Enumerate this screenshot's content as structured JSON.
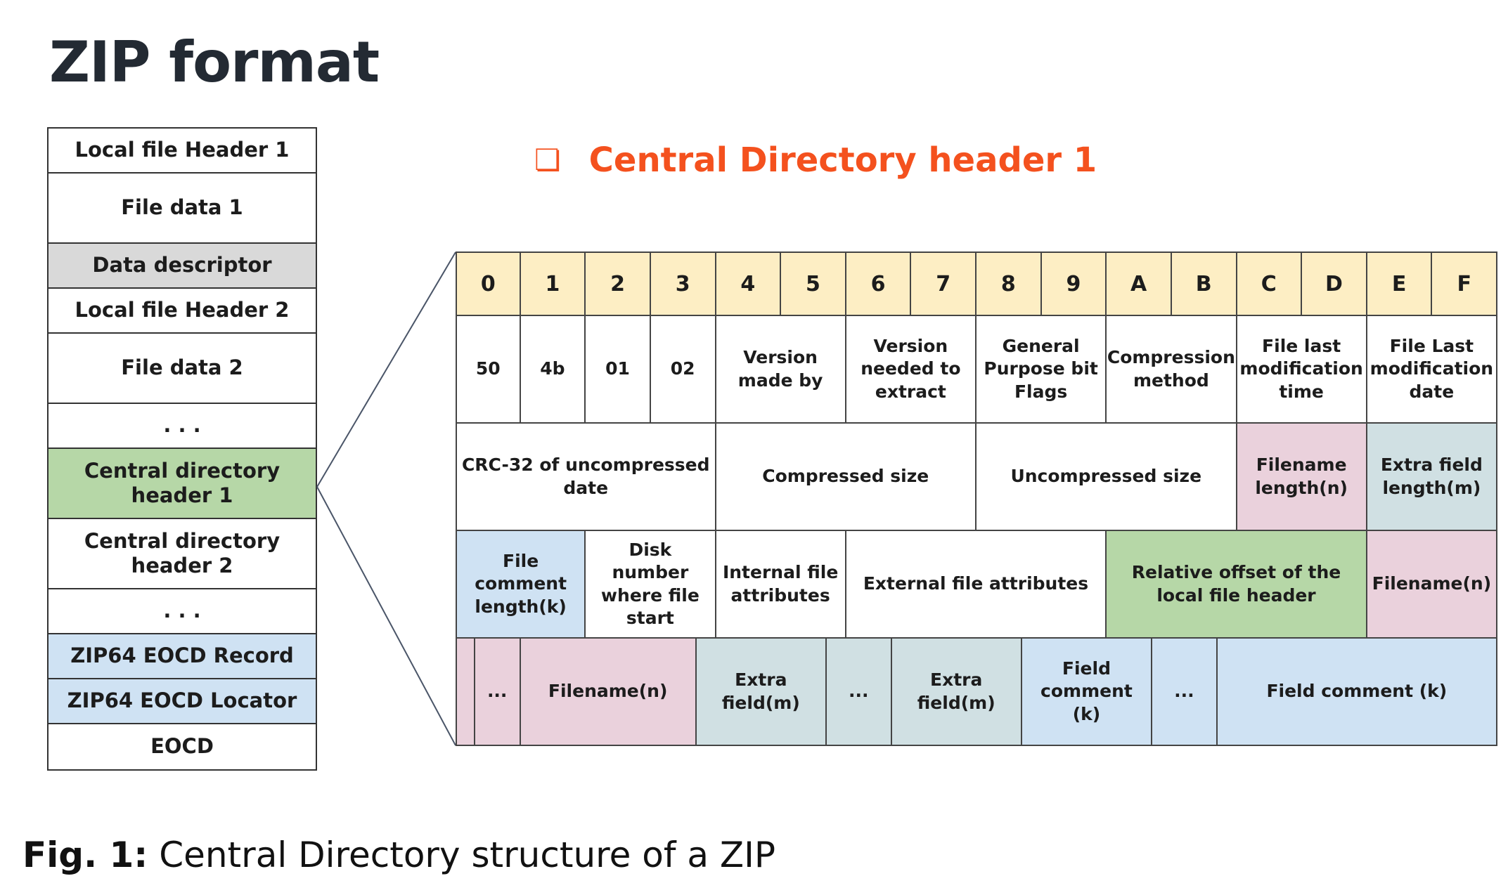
{
  "title": "ZIP format",
  "heading": {
    "icon": "checkbox-icon",
    "text": "Central Directory header 1"
  },
  "caption": {
    "label": "Fig. 1:",
    "text": "Central Directory structure of a ZIP"
  },
  "colors": {
    "header_row": "#fdeec4",
    "green": "#b6d7a7",
    "gray": "#d9d9d9",
    "blue": "#cfe2f3",
    "pink": "#ead1dc",
    "teal": "#d0e0e3",
    "accent": "#f4511e"
  },
  "left_stack": [
    {
      "label": "Local file Header 1",
      "color": ""
    },
    {
      "label": "File data 1",
      "color": ""
    },
    {
      "label": "Data descriptor",
      "color": "#d9d9d9"
    },
    {
      "label": "Local file Header 2",
      "color": ""
    },
    {
      "label": "File data 2",
      "color": ""
    },
    {
      "label": ". . .",
      "color": ""
    },
    {
      "label": "Central directory header 1",
      "color": "#b6d7a7"
    },
    {
      "label": "Central directory header 2",
      "color": ""
    },
    {
      "label": ". . .",
      "color": ""
    },
    {
      "label": "ZIP64 EOCD Record",
      "color": "#cfe2f3"
    },
    {
      "label": "ZIP64 EOCD Locator",
      "color": "#cfe2f3"
    },
    {
      "label": "EOCD",
      "color": ""
    }
  ],
  "grid_rows": [
    [
      {
        "label": "0",
        "span": 1,
        "color": "#fdeec4"
      },
      {
        "label": "1",
        "span": 1,
        "color": "#fdeec4"
      },
      {
        "label": "2",
        "span": 1,
        "color": "#fdeec4"
      },
      {
        "label": "3",
        "span": 1,
        "color": "#fdeec4"
      },
      {
        "label": "4",
        "span": 1,
        "color": "#fdeec4"
      },
      {
        "label": "5",
        "span": 1,
        "color": "#fdeec4"
      },
      {
        "label": "6",
        "span": 1,
        "color": "#fdeec4"
      },
      {
        "label": "7",
        "span": 1,
        "color": "#fdeec4"
      },
      {
        "label": "8",
        "span": 1,
        "color": "#fdeec4"
      },
      {
        "label": "9",
        "span": 1,
        "color": "#fdeec4"
      },
      {
        "label": "A",
        "span": 1,
        "color": "#fdeec4"
      },
      {
        "label": "B",
        "span": 1,
        "color": "#fdeec4"
      },
      {
        "label": "C",
        "span": 1,
        "color": "#fdeec4"
      },
      {
        "label": "D",
        "span": 1,
        "color": "#fdeec4"
      },
      {
        "label": "E",
        "span": 1,
        "color": "#fdeec4"
      },
      {
        "label": "F",
        "span": 1,
        "color": "#fdeec4"
      }
    ],
    [
      {
        "label": "50",
        "span": 1,
        "color": ""
      },
      {
        "label": "4b",
        "span": 1,
        "color": ""
      },
      {
        "label": "01",
        "span": 1,
        "color": ""
      },
      {
        "label": "02",
        "span": 1,
        "color": ""
      },
      {
        "label": "Version made by",
        "span": 2,
        "color": ""
      },
      {
        "label": "Version needed to extract",
        "span": 2,
        "color": ""
      },
      {
        "label": "General Purpose bit Flags",
        "span": 2,
        "color": ""
      },
      {
        "label": "Compression method",
        "span": 2,
        "color": ""
      },
      {
        "label": "File last modification time",
        "span": 2,
        "color": ""
      },
      {
        "label": "File Last modification date",
        "span": 2,
        "color": ""
      }
    ],
    [
      {
        "label": "CRC-32 of uncompressed date",
        "span": 4,
        "color": ""
      },
      {
        "label": "Compressed size",
        "span": 4,
        "color": ""
      },
      {
        "label": "Uncompressed size",
        "span": 4,
        "color": ""
      },
      {
        "label": "Filename length(n)",
        "span": 2,
        "color": "#ead1dc"
      },
      {
        "label": "Extra field length(m)",
        "span": 2,
        "color": "#d0e0e3"
      }
    ],
    [
      {
        "label": "File comment length(k)",
        "span": 2,
        "color": "#cfe2f3"
      },
      {
        "label": "Disk number where file start",
        "span": 2,
        "color": ""
      },
      {
        "label": "Internal file attributes",
        "span": 2,
        "color": ""
      },
      {
        "label": "External file attributes",
        "span": 4,
        "color": ""
      },
      {
        "label": "Relative offset of the local file header",
        "span": 4,
        "color": "#b6d7a7"
      },
      {
        "label": "Filename(n)",
        "span": 2,
        "color": "#ead1dc"
      }
    ],
    [
      {
        "label": "",
        "span": 0.3,
        "color": "#ead1dc"
      },
      {
        "label": "...",
        "span": 0.7,
        "color": "#ead1dc"
      },
      {
        "label": "Filename(n)",
        "span": 2.7,
        "color": "#ead1dc"
      },
      {
        "label": "Extra field(m)",
        "span": 2,
        "color": "#d0e0e3"
      },
      {
        "label": "...",
        "span": 1,
        "color": "#d0e0e3"
      },
      {
        "label": "Extra field(m)",
        "span": 2,
        "color": "#d0e0e3"
      },
      {
        "label": "Field comment (k)",
        "span": 2,
        "color": "#cfe2f3"
      },
      {
        "label": "...",
        "span": 1,
        "color": "#cfe2f3"
      },
      {
        "label": "Field comment (k)",
        "span": 4.3,
        "color": "#cfe2f3"
      }
    ]
  ]
}
